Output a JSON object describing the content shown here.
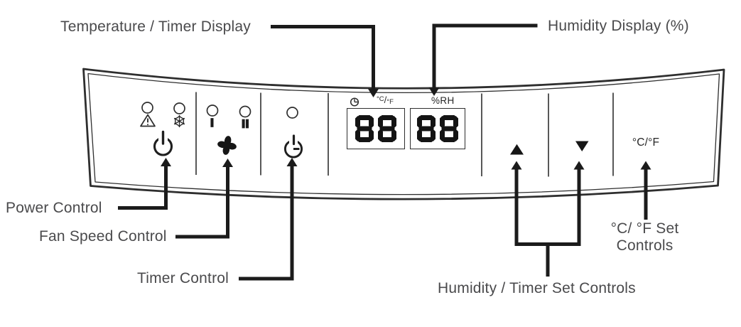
{
  "colors": {
    "ink": "#1b1b1b",
    "label_text": "#4a4a4c",
    "panel_line": "#2e2e2e",
    "digit": "#141414"
  },
  "callouts": {
    "temperature_display_label": "Temperature / Timer Display",
    "humidity_display_label": "Humidity Display (%)",
    "power_label": "Power Control",
    "fan_speed_label": "Fan Speed Control",
    "timer_label": "Timer Control",
    "humidity_timer_set_label": "Humidity / Timer Set Controls",
    "cf_set_label_line1": "°C/ °F Set",
    "cf_set_label_line2": "Controls"
  },
  "panel": {
    "indicators": {
      "warning_icon": "warning-triangle",
      "defrost_icon": "snowflake",
      "timer_led_icon": "indicator-circle",
      "fan_speed_low_label": "I",
      "fan_speed_high_label": "II"
    },
    "displays": {
      "temperature": {
        "value": "88",
        "unit_c": "°C",
        "unit_divider": "/",
        "unit_f": "°F",
        "corner_icon": "clock"
      },
      "humidity": {
        "value": "88",
        "unit_label": "%RH"
      }
    },
    "buttons": {
      "power_icon": "power-symbol",
      "fan_icon": "fan-blades",
      "timer_icon": "timer-clock",
      "up_icon": "triangle-up",
      "down_icon": "triangle-down",
      "cf_label": "°C/°F"
    }
  }
}
